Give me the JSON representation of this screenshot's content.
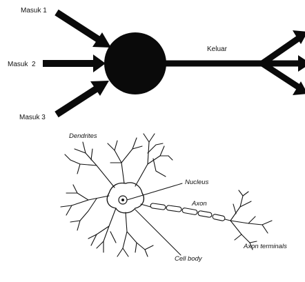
{
  "perceptron": {
    "inputs": [
      "Masuk 1",
      "Masuk  2",
      "Masuk 3"
    ],
    "output_label": "Keluar"
  },
  "neuron": {
    "labels": {
      "dendrites": "Dendrites",
      "nucleus": "Nucleus",
      "axon": "Axon",
      "axon_terminals": "Axon terminals",
      "cell_body": "Cell body"
    }
  },
  "colors": {
    "ink": "#0a0a0a",
    "background": "#ffffff"
  }
}
